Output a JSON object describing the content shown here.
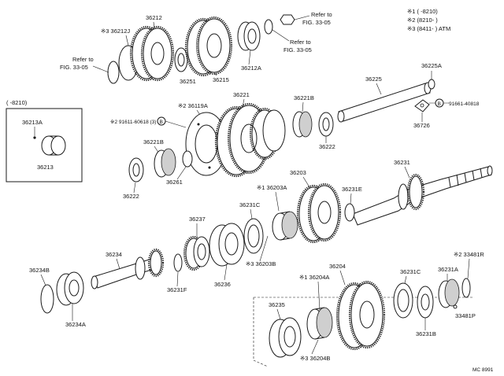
{
  "legend": {
    "l1": "※1 (      -8210)",
    "l2": "※2 (8210-      )",
    "l3": "※3 (8411-      ) ATM"
  },
  "inset_header": "(      -8210)",
  "refer": {
    "a1": "Refer to",
    "a2": "FIG. 33-05",
    "b1": "Refer to",
    "b2": "FIG. 33-05",
    "c1": "Refer to",
    "c2": "FIG. 33-05"
  },
  "parts": {
    "p36212": "36212",
    "p36212J": "※3 36212J",
    "p36251": "36251",
    "p36215": "36215",
    "p36212A": "36212A",
    "p36225A": "36225A",
    "p36225": "36225",
    "p91661": "91661-40818",
    "p36726": "36726",
    "p36221": "36221",
    "p36221B_a": "36221B",
    "p36222_a": "36222",
    "p36119A": "※2 36119A",
    "p91611": "※2 91611-60618 (3)",
    "p36221B_b": "36221B",
    "p36222_b": "36222",
    "p36261": "36261",
    "p36213A": "36213A",
    "p36213": "36213",
    "p36203": "36203",
    "p36203A": "※1 36203A",
    "p36231": "36231",
    "p36231E": "36231E",
    "p36231C_a": "36231C",
    "p36237": "36237",
    "p36203B": "※3 36203B",
    "p36234": "36234",
    "p36231F": "36231F",
    "p36236": "36236",
    "p36234B": "36234B",
    "p36234A": "36234A",
    "p36204": "36204",
    "p36204A": "※1 36204A",
    "p36235": "36235",
    "p36204B": "※3 36204B",
    "p36231C_b": "36231C",
    "p36231B": "36231B",
    "p36231A": "36231A",
    "p33481R": "※2 33481R",
    "p33481P": "33481P",
    "code": "MC 8991"
  },
  "markers": {
    "b1": "B",
    "b2": "B"
  }
}
